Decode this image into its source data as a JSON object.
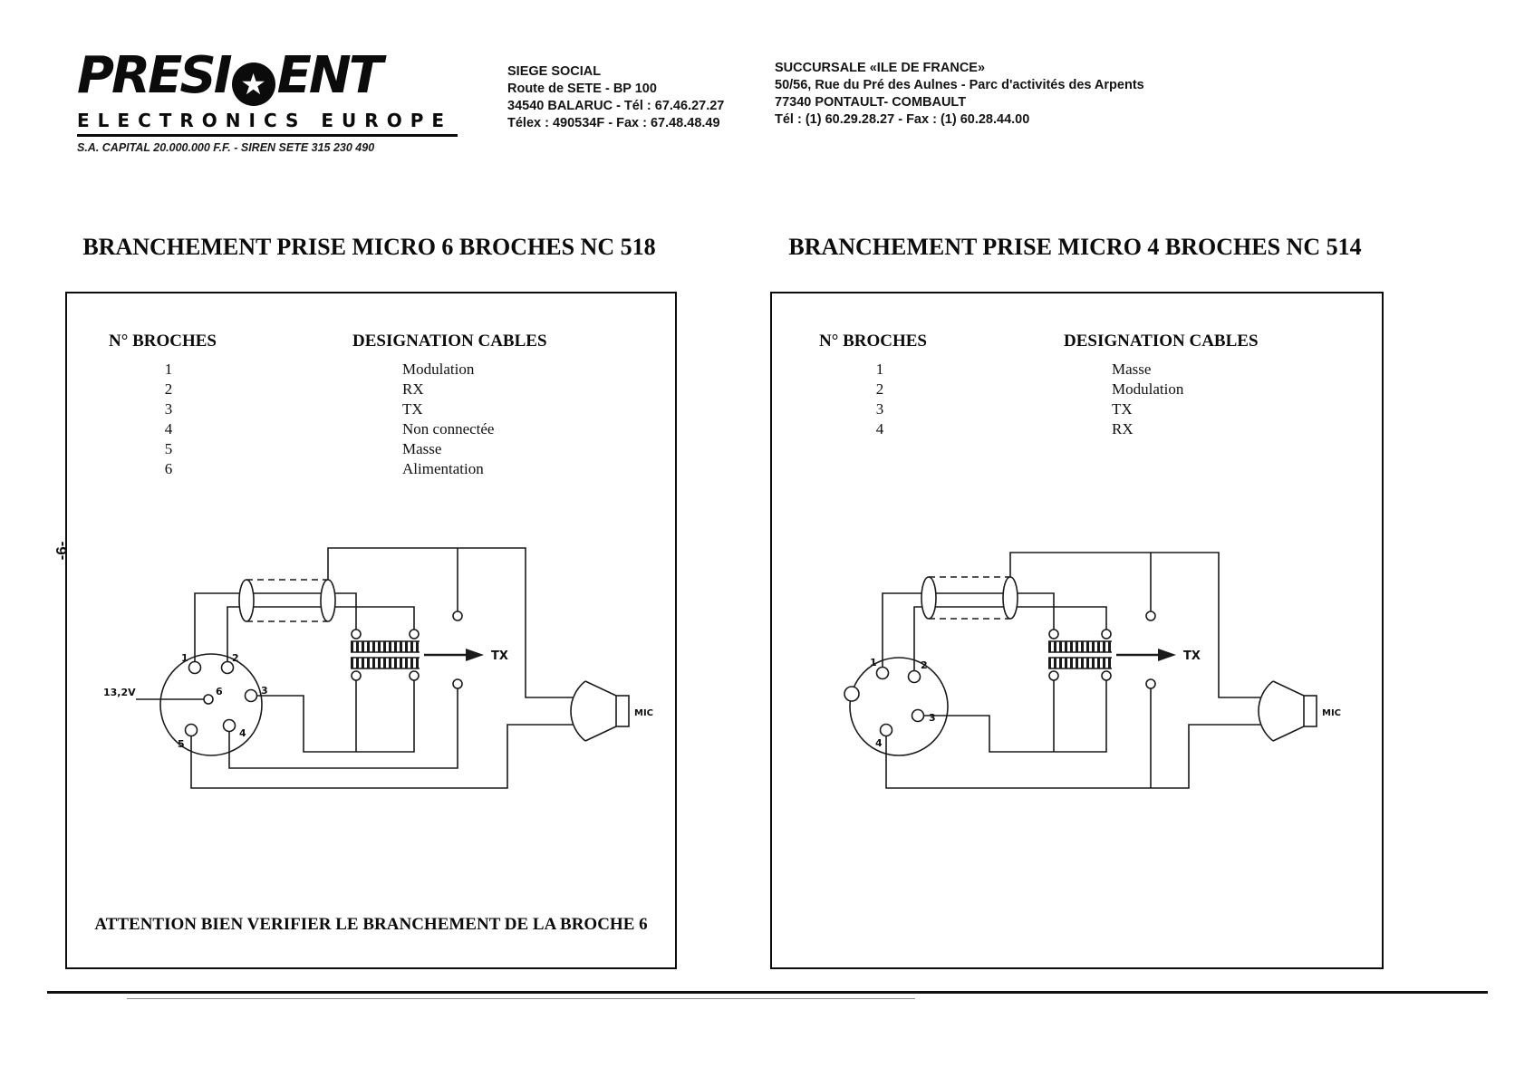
{
  "page": {
    "side_number": "-6-"
  },
  "colors": {
    "ink": "#111111",
    "paper": "#ffffff"
  },
  "header": {
    "logo": {
      "brand_pre": "PRESI",
      "brand_star": "★",
      "brand_post": "ENT",
      "subtitle": "ELECTRONICS EUROPE",
      "legal": "S.A. CAPITAL 20.000.000 F.F. - SIREN SETE 315 230 490"
    },
    "siege": {
      "title": "SIEGE SOCIAL",
      "lines": [
        "Route de SETE - BP 100",
        "34540 BALARUC - Tél : 67.46.27.27",
        "Télex : 490534F - Fax : 67.48.48.49"
      ]
    },
    "succursale": {
      "title": "SUCCURSALE «ILE DE FRANCE»",
      "lines": [
        "50/56, Rue du Pré des Aulnes - Parc d'activités des Arpents",
        "77340 PONTAULT- COMBAULT",
        "Tél : (1) 60.29.28.27 - Fax : (1) 60.28.44.00"
      ]
    }
  },
  "left_panel": {
    "title": "BRANCHEMENT PRISE MICRO 6 BROCHES NC 518",
    "table": {
      "col1": "N° BROCHES",
      "col2": "DESIGNATION CABLES",
      "rows": [
        {
          "pin": "1",
          "cable": "Modulation"
        },
        {
          "pin": "2",
          "cable": "RX"
        },
        {
          "pin": "3",
          "cable": "TX"
        },
        {
          "pin": "4",
          "cable": "Non connectée"
        },
        {
          "pin": "5",
          "cable": "Masse"
        },
        {
          "pin": "6",
          "cable": "Alimentation"
        }
      ]
    },
    "diagram": {
      "voltage_label": "13,2V",
      "tx_label": "TX",
      "mic_label": "MIC",
      "pins": [
        "1",
        "2",
        "3",
        "4",
        "5",
        "6"
      ]
    },
    "warning": "ATTENTION BIEN VERIFIER LE BRANCHEMENT DE LA BROCHE 6"
  },
  "right_panel": {
    "title": "BRANCHEMENT PRISE MICRO 4 BROCHES NC 514",
    "table": {
      "col1": "N° BROCHES",
      "col2": "DESIGNATION CABLES",
      "rows": [
        {
          "pin": "1",
          "cable": "Masse"
        },
        {
          "pin": "2",
          "cable": "Modulation"
        },
        {
          "pin": "3",
          "cable": "TX"
        },
        {
          "pin": "4",
          "cable": "RX"
        }
      ]
    },
    "diagram": {
      "tx_label": "TX",
      "mic_label": "MIC",
      "pins": [
        "1",
        "2",
        "3",
        "4"
      ]
    }
  }
}
